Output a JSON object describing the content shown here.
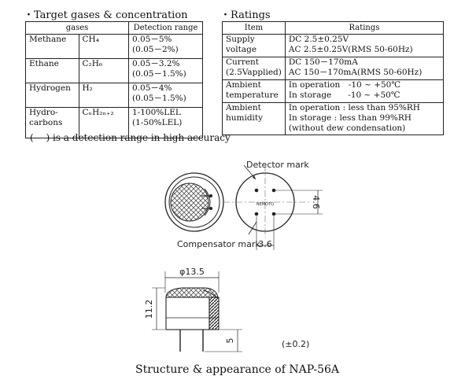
{
  "left_section": {
    "heading": "・Target gases & concentration",
    "header": {
      "gases": "gases",
      "range": "Detection range"
    },
    "rows": [
      {
        "name": "Methane",
        "formula": "CH₄",
        "range1": "0.05－5%",
        "range2": "(0.05－2%)"
      },
      {
        "name": "Ethane",
        "formula": "C₂H₆",
        "range1": "0.05－3.2%",
        "range2": "(0.05－1.5%)"
      },
      {
        "name": "Hydrogen",
        "formula": "H₂",
        "range1": "0.05－4%",
        "range2": "(0.05－1.5%)"
      },
      {
        "name1": "Hydro-",
        "name2": "carbons",
        "formula": "CₙH₂ₙ₊₂",
        "range1": "1-100%LEL",
        "range2": "(1-50%LEL)"
      }
    ],
    "note": "(　 ) is a detection range in high accuracy"
  },
  "right_section": {
    "heading": "・Ratings",
    "header": {
      "item": "Item",
      "ratings": "Ratings"
    },
    "rows": [
      {
        "item1": "Supply",
        "item2": "voltage",
        "r1": "DC 2.5±0.25V",
        "r2": "AC 2.5±0.25V(RMS 50-60Hz)"
      },
      {
        "item1": "Current",
        "item2": "(2.5Vapplied)",
        "r1": "DC 150－170mA",
        "r2": "AC 150－170mA(RMS 50-60Hz)"
      },
      {
        "item1": "Ambient",
        "item2": "temperature",
        "r1": "In operation　-10 ~ +50℃",
        "r2": "In storage　　-10 ~ +50℃"
      },
      {
        "item1": "Ambient",
        "item2": "humidity",
        "r1": "In operation : less than 95%RH",
        "r2": "In storage : less than 99%RH",
        "r3": "(without dew condensation)"
      }
    ]
  },
  "diagram": {
    "detector_label": "Detector mark",
    "compensator_label": "Compensator mark",
    "nemoto_label": "NEMOTO",
    "dim_46": "4.6",
    "dim_36": "3.6",
    "dim_diameter": "φ13.5",
    "dim_height": "11.2",
    "dim_lead": "5",
    "tolerance": "(±0.2)"
  },
  "caption": "Structure & appearance of NAP-56A"
}
